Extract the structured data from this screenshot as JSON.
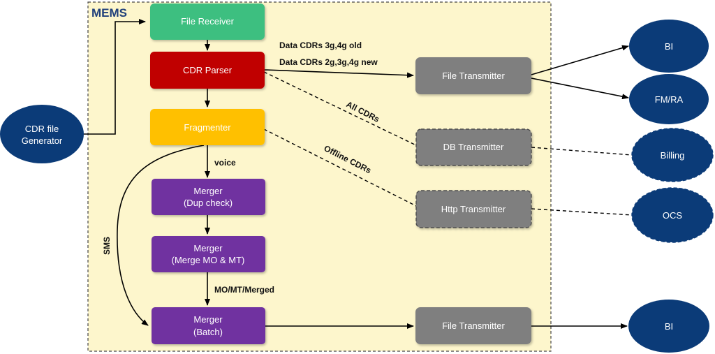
{
  "title": "MEMS",
  "colors": {
    "container_fill": "#fdf6cc",
    "container_border": "#444444",
    "file_receiver": "#3dbf80",
    "cdr_parser": "#c00000",
    "fragmenter": "#ffc000",
    "merger": "#7030a0",
    "transmitter": "#7f7f7f",
    "endpoint": "#0b3b78",
    "line": "#000000"
  },
  "nodes": {
    "file_receiver": {
      "label": "File Receiver"
    },
    "cdr_parser": {
      "label": "CDR Parser"
    },
    "fragmenter": {
      "label": "Fragmenter"
    },
    "merger_dup": {
      "line1": "Merger",
      "line2": "(Dup check)"
    },
    "merger_mo_mt": {
      "line1": "Merger",
      "line2": "(Merge MO & MT)"
    },
    "merger_batch": {
      "line1": "Merger",
      "line2": "(Batch)"
    },
    "file_transmitter_top": {
      "label": "File Transmitter"
    },
    "db_transmitter": {
      "label": "DB Transmitter"
    },
    "http_transmitter": {
      "label": "Http Transmitter"
    },
    "file_transmitter_bottom": {
      "label": "File Transmitter"
    },
    "cdr_generator": {
      "line1": "CDR file",
      "line2": "Generator"
    },
    "bi_top": {
      "label": "BI"
    },
    "fm_ra": {
      "label": "FM/RA"
    },
    "billing": {
      "label": "Billing"
    },
    "ocs": {
      "label": "OCS"
    },
    "bi_bottom": {
      "label": "BI"
    }
  },
  "edge_labels": {
    "data_cdrs_old": "Data CDRs 3g,4g old",
    "data_cdrs_new": "Data CDRs 2g,3g,4g new",
    "all_cdrs": "All CDRs",
    "offline_cdrs": "Offline CDRs",
    "voice": "voice",
    "sms": "SMS",
    "mo_mt_merged": "MO/MT/Merged"
  }
}
